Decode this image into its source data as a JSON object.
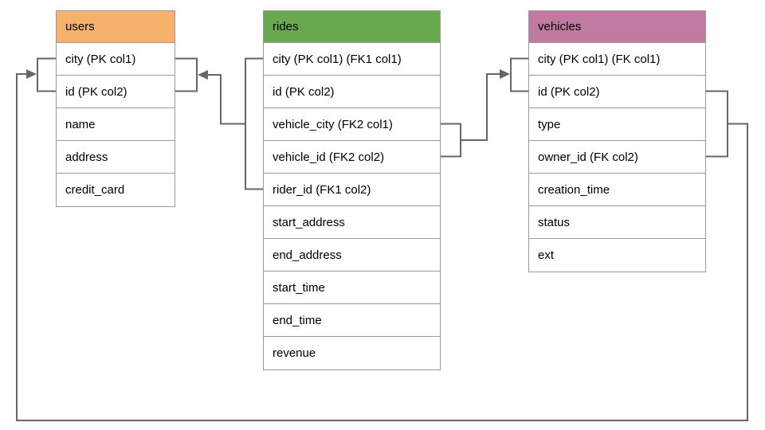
{
  "diagram": {
    "type": "database-schema",
    "background_color": "#ffffff",
    "connector_color": "#666666",
    "table_border_color": "#9a9a9a"
  },
  "tables": {
    "users": {
      "title": "users",
      "header_color": "#f6b26b",
      "rows": [
        "city (PK col1)",
        "id (PK col2)",
        "name",
        "address",
        "credit_card"
      ]
    },
    "rides": {
      "title": "rides",
      "header_color": "#6aa84f",
      "rows": [
        "city (PK col1) (FK1 col1)",
        "id (PK col2)",
        "vehicle_city (FK2 col1)",
        "vehicle_id (FK2 col2)",
        "rider_id (FK1 col2)",
        "start_address",
        "end_address",
        "start_time",
        "end_time",
        "revenue"
      ]
    },
    "vehicles": {
      "title": "vehicles",
      "header_color": "#c27ba0",
      "rows": [
        "city (PK col1) (FK col1)",
        "id (PK col2)",
        "type",
        "owner_id (FK col2)",
        "creation_time",
        "status",
        "ext"
      ]
    }
  },
  "relationships": [
    {
      "from_table": "rides",
      "from_rows": [
        "city (PK col1) (FK1 col1)",
        "rider_id (FK1 col2)"
      ],
      "to_table": "users",
      "to_rows": [
        "city (PK col1)",
        "id (PK col2)"
      ]
    },
    {
      "from_table": "rides",
      "from_rows": [
        "vehicle_city (FK2 col1)",
        "vehicle_id (FK2 col2)"
      ],
      "to_table": "vehicles",
      "to_rows": [
        "city (PK col1) (FK col1)",
        "id (PK col2)"
      ]
    },
    {
      "from_table": "vehicles",
      "from_rows": [
        "id (PK col2)",
        "owner_id (FK col2)"
      ],
      "to_table": "users",
      "to_rows": [
        "city (PK col1)",
        "id (PK col2)"
      ]
    }
  ]
}
